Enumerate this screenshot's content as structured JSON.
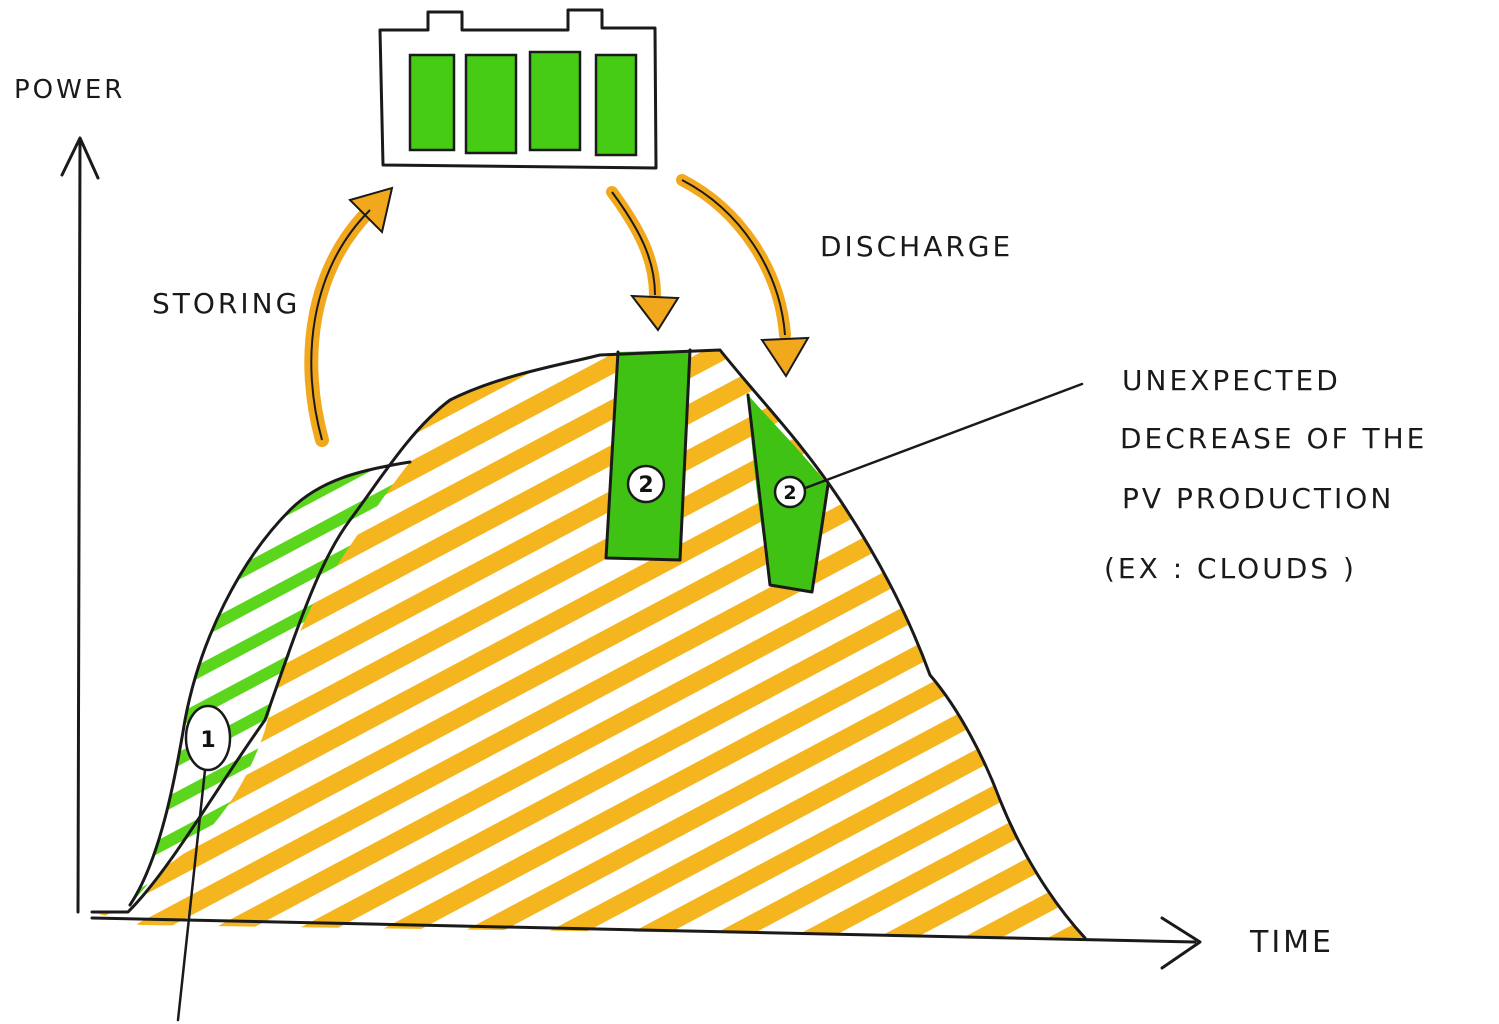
{
  "labels": {
    "power": "POWER",
    "time": "TIME",
    "storing": "STORING",
    "discharge": "DISCHARGE",
    "annotation_line1": "UNEXPECTED",
    "annotation_line2": "DECREASE OF THE",
    "annotation_line3": "PV PRODUCTION",
    "annotation_line4": "(EX : CLOUDS )"
  },
  "badges": {
    "storing_marker": "1",
    "discharge_marker_a": "2",
    "discharge_marker_b": "2"
  },
  "colors": {
    "pv_production": "#f5b51e",
    "battery_green": "#4fcf16",
    "arrow_orange": "#f2a81d",
    "ink": "#1a1a1a"
  }
}
